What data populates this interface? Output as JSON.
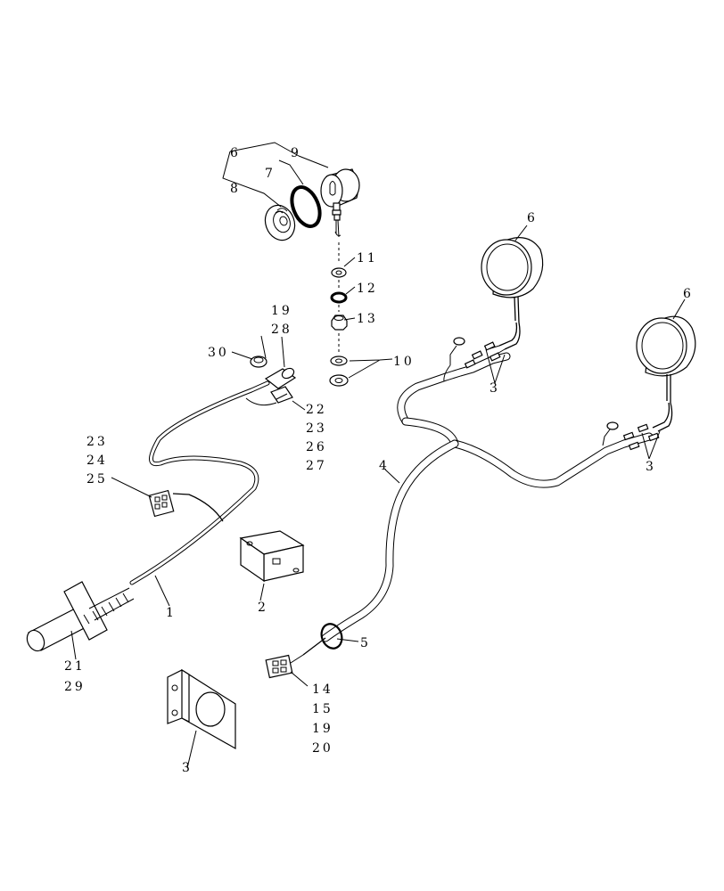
{
  "callouts": {
    "c1": "1",
    "c2": "2",
    "c3_bracket": "3",
    "c3_upper": "3",
    "c3_lower": "3",
    "c4": "4",
    "c5": "5",
    "c6_top": "6",
    "c6_lamp1": "6",
    "c6_lamp2": "6",
    "c7": "7",
    "c8": "8",
    "c9": "9",
    "c10": "10",
    "c11": "11",
    "c12": "12",
    "c13": "13",
    "c19_28": [
      "19",
      "28"
    ],
    "c30": "30",
    "c22_27": [
      "22",
      "23",
      "26",
      "27"
    ],
    "c23_25": [
      "23",
      "24",
      "25"
    ],
    "c21_29": [
      "21",
      "29"
    ],
    "c14_20": [
      "14",
      "15",
      "19",
      "20"
    ]
  }
}
